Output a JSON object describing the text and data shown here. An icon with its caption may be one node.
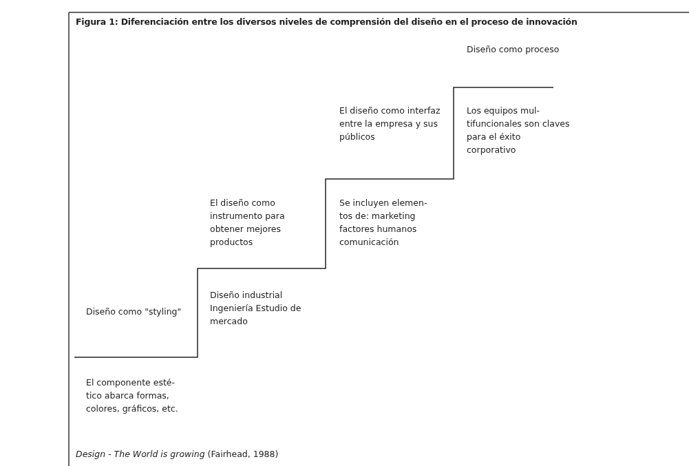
{
  "diagram": {
    "title": "Figura 1: Diferenciación entre los diversos niveles de comprensión del diseño en el proceso de innovación",
    "caption": "*Design - The World is growing* (Fairhead, 1988)",
    "labels": [
      "Diseño como proceso",
      "El diseño como interfaz entre la empresa y sus públicos",
      "Los equipos mul- tifuncionales son claves para el éxito corporativo",
      "El diseño como instrumento para obtener mejores productos",
      "Se incluyen elemen- tos de: marketing factores humanos comunicación",
      "Diseño industrial Ingeniería Estudio de mercado",
      "Diseño como \"styling\"",
      "El componente esté- tico abarca formas, colores, gráficos, etc."
    ]
  }
}
